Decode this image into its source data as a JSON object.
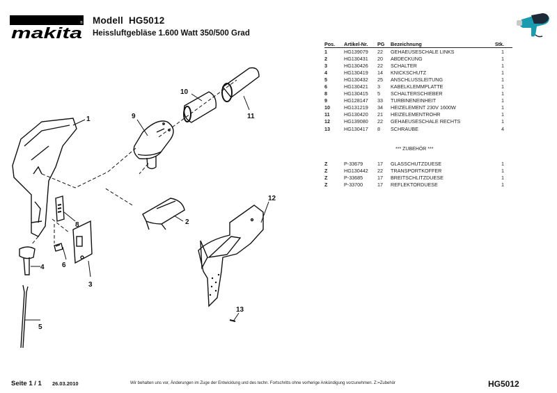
{
  "header": {
    "brand": "makita",
    "model_label": "Modell",
    "model": "HG5012",
    "description": "Heissluftgebläse 1.600 Watt  350/500 Grad",
    "product_image": "heat-gun-photo"
  },
  "parts_table": {
    "columns": [
      "Pos.",
      "Artikel-Nr.",
      "PG",
      "Bezeichnung",
      "Stk."
    ],
    "rows": [
      {
        "pos": "1",
        "art": "HG139079",
        "pg": "22",
        "name": "GEHAEUSESCHALE LINKS",
        "qty": "1"
      },
      {
        "pos": "2",
        "art": "HG130431",
        "pg": "20",
        "name": "ABDECKUNG",
        "qty": "1"
      },
      {
        "pos": "3",
        "art": "HG130426",
        "pg": "22",
        "name": "SCHALTER",
        "qty": "1"
      },
      {
        "pos": "4",
        "art": "HG130419",
        "pg": "14",
        "name": "KNICKSCHUTZ",
        "qty": "1"
      },
      {
        "pos": "5",
        "art": "HG130432",
        "pg": "25",
        "name": "ANSCHLUSSLEITUNG",
        "qty": "1"
      },
      {
        "pos": "6",
        "art": "HG130421",
        "pg": "3",
        "name": "KABELKLEMMPLATTE",
        "qty": "1"
      },
      {
        "pos": "8",
        "art": "HG130415",
        "pg": "5",
        "name": "SCHALTERSCHIEBER",
        "qty": "1"
      },
      {
        "pos": "9",
        "art": "HG128147",
        "pg": "33",
        "name": "TURBINENEINHEIT",
        "qty": "1"
      },
      {
        "pos": "10",
        "art": "HG131219",
        "pg": "34",
        "name": "HEIZELEMENT 230V 1600W",
        "qty": "1"
      },
      {
        "pos": "11",
        "art": "HG130420",
        "pg": "21",
        "name": "HEIZELEMENTROHR",
        "qty": "1"
      },
      {
        "pos": "12",
        "art": "HG139080",
        "pg": "22",
        "name": "GEHAEUSESCHALE RECHTS",
        "qty": "1"
      },
      {
        "pos": "13",
        "art": "HG130417",
        "pg": "8",
        "name": "SCHRAUBE",
        "qty": "4"
      }
    ]
  },
  "accessories": {
    "title": "*** ZUBEHÖR ***",
    "rows": [
      {
        "pos": "Z",
        "art": "P-33679",
        "pg": "17",
        "name": "GLASSCHUTZDUESE",
        "qty": "1"
      },
      {
        "pos": "Z",
        "art": "HG130442",
        "pg": "22",
        "name": "TRANSPORTKOFFER",
        "qty": "1"
      },
      {
        "pos": "Z",
        "art": "P-33685",
        "pg": "17",
        "name": "BREITSCHLITZDUESE",
        "qty": "1"
      },
      {
        "pos": "Z",
        "art": "P-33700",
        "pg": "17",
        "name": "REFLEKTORDUESE",
        "qty": "1"
      }
    ]
  },
  "diagram": {
    "callouts": [
      "1",
      "2",
      "3",
      "4",
      "5",
      "6",
      "8",
      "9",
      "10",
      "11",
      "12",
      "13"
    ]
  },
  "footer": {
    "page": "Seite 1 / 1",
    "date": "26.03.2010",
    "note": "Wir behalten uns vor, Änderungen im Zuge der Entwicklung und des techn. Fortschritts ohne vorherige Ankündigung vorzunehmen. Z:=Zubehör",
    "model": "HG5012"
  },
  "colors": {
    "product_teal": "#1a9bb0",
    "product_dark": "#1e2a38"
  }
}
